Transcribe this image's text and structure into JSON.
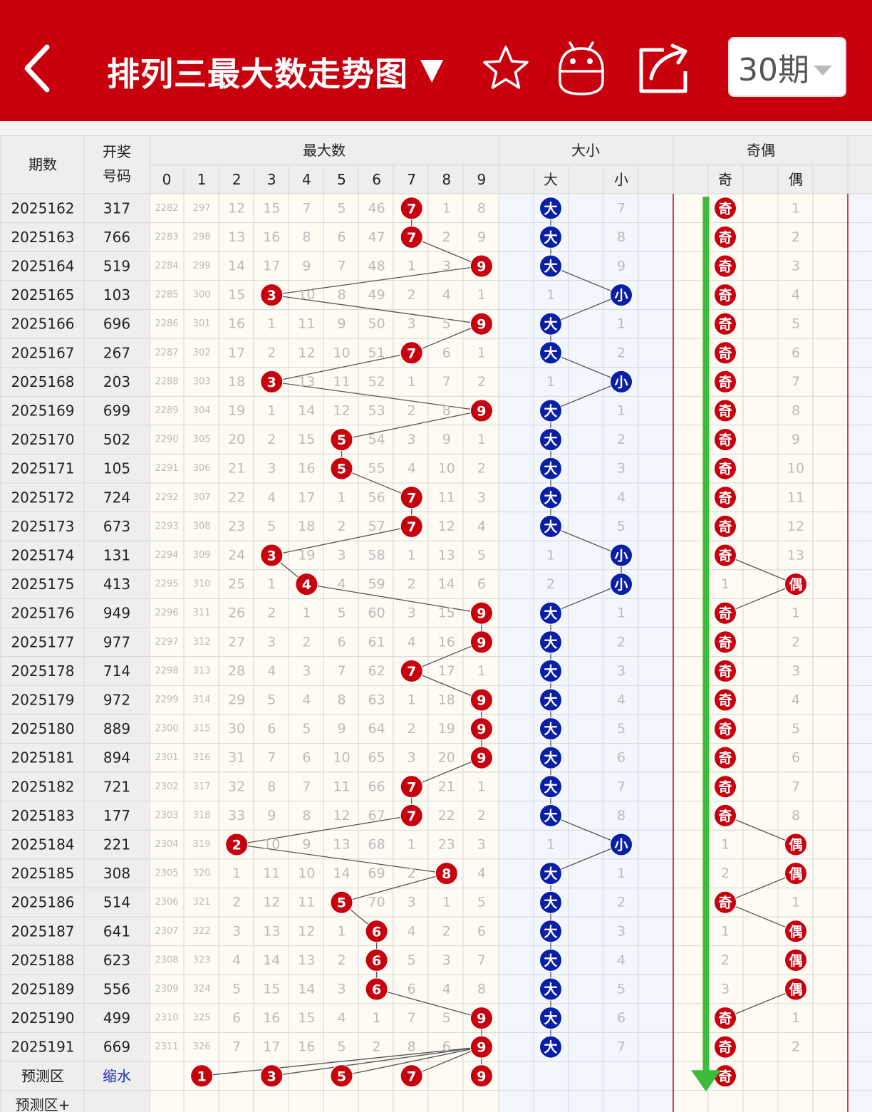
{
  "header": {
    "title": "排列三最大数走势图",
    "title_arrow": "▼",
    "period_select": "30期"
  },
  "table": {
    "col_period": "期数",
    "col_number_line1": "开奖",
    "col_number_line2": "号码",
    "group_max": "最大数",
    "max_digits": [
      "0",
      "1",
      "2",
      "3",
      "4",
      "5",
      "6",
      "7",
      "8",
      "9"
    ],
    "group_size": "大小",
    "size_big": "大",
    "size_small": "小",
    "group_parity": "奇偶",
    "parity_odd": "奇",
    "parity_even": "偶",
    "rows": [
      {
        "period": "2025162",
        "number": "317",
        "miss": [
          "2282",
          "297",
          "12",
          "15",
          "7",
          "5",
          "46",
          "7",
          "1",
          "8"
        ],
        "max": 7,
        "big": "大",
        "small": "7",
        "odd": "奇",
        "even": "1"
      },
      {
        "period": "2025163",
        "number": "766",
        "miss": [
          "2283",
          "298",
          "13",
          "16",
          "8",
          "6",
          "47",
          "7",
          "2",
          "9"
        ],
        "max": 7,
        "big": "大",
        "small": "8",
        "odd": "奇",
        "even": "2"
      },
      {
        "period": "2025164",
        "number": "519",
        "miss": [
          "2284",
          "299",
          "14",
          "17",
          "9",
          "7",
          "48",
          "1",
          "3",
          "9"
        ],
        "max": 9,
        "big": "大",
        "small": "9",
        "odd": "奇",
        "even": "3"
      },
      {
        "period": "2025165",
        "number": "103",
        "miss": [
          "2285",
          "300",
          "15",
          "3",
          "10",
          "8",
          "49",
          "2",
          "4",
          "1"
        ],
        "max": 3,
        "big": "1",
        "small": "小",
        "odd": "奇",
        "even": "4"
      },
      {
        "period": "2025166",
        "number": "696",
        "miss": [
          "2286",
          "301",
          "16",
          "1",
          "11",
          "9",
          "50",
          "3",
          "5",
          "9"
        ],
        "max": 9,
        "big": "大",
        "small": "1",
        "odd": "奇",
        "even": "5"
      },
      {
        "period": "2025167",
        "number": "267",
        "miss": [
          "2287",
          "302",
          "17",
          "2",
          "12",
          "10",
          "51",
          "7",
          "6",
          "1"
        ],
        "max": 7,
        "big": "大",
        "small": "2",
        "odd": "奇",
        "even": "6"
      },
      {
        "period": "2025168",
        "number": "203",
        "miss": [
          "2288",
          "303",
          "18",
          "3",
          "13",
          "11",
          "52",
          "1",
          "7",
          "2"
        ],
        "max": 3,
        "big": "1",
        "small": "小",
        "odd": "奇",
        "even": "7"
      },
      {
        "period": "2025169",
        "number": "699",
        "miss": [
          "2289",
          "304",
          "19",
          "1",
          "14",
          "12",
          "53",
          "2",
          "8",
          "9"
        ],
        "max": 9,
        "big": "大",
        "small": "1",
        "odd": "奇",
        "even": "8"
      },
      {
        "period": "2025170",
        "number": "502",
        "miss": [
          "2290",
          "305",
          "20",
          "2",
          "15",
          "5",
          "54",
          "3",
          "9",
          "1"
        ],
        "max": 5,
        "big": "大",
        "small": "2",
        "odd": "奇",
        "even": "9"
      },
      {
        "period": "2025171",
        "number": "105",
        "miss": [
          "2291",
          "306",
          "21",
          "3",
          "16",
          "5",
          "55",
          "4",
          "10",
          "2"
        ],
        "max": 5,
        "big": "大",
        "small": "3",
        "odd": "奇",
        "even": "10"
      },
      {
        "period": "2025172",
        "number": "724",
        "miss": [
          "2292",
          "307",
          "22",
          "4",
          "17",
          "1",
          "56",
          "7",
          "11",
          "3"
        ],
        "max": 7,
        "big": "大",
        "small": "4",
        "odd": "奇",
        "even": "11"
      },
      {
        "period": "2025173",
        "number": "673",
        "miss": [
          "2293",
          "308",
          "23",
          "5",
          "18",
          "2",
          "57",
          "7",
          "12",
          "4"
        ],
        "max": 7,
        "big": "大",
        "small": "5",
        "odd": "奇",
        "even": "12"
      },
      {
        "period": "2025174",
        "number": "131",
        "miss": [
          "2294",
          "309",
          "24",
          "3",
          "19",
          "3",
          "58",
          "1",
          "13",
          "5"
        ],
        "max": 3,
        "big": "1",
        "small": "小",
        "odd": "奇",
        "even": "13"
      },
      {
        "period": "2025175",
        "number": "413",
        "miss": [
          "2295",
          "310",
          "25",
          "1",
          "4",
          "4",
          "59",
          "2",
          "14",
          "6"
        ],
        "max": 4,
        "big": "2",
        "small": "小",
        "odd": "1",
        "even": "偶"
      },
      {
        "period": "2025176",
        "number": "949",
        "miss": [
          "2296",
          "311",
          "26",
          "2",
          "1",
          "5",
          "60",
          "3",
          "15",
          "9"
        ],
        "max": 9,
        "big": "大",
        "small": "1",
        "odd": "奇",
        "even": "1"
      },
      {
        "period": "2025177",
        "number": "977",
        "miss": [
          "2297",
          "312",
          "27",
          "3",
          "2",
          "6",
          "61",
          "4",
          "16",
          "9"
        ],
        "max": 9,
        "big": "大",
        "small": "2",
        "odd": "奇",
        "even": "2"
      },
      {
        "period": "2025178",
        "number": "714",
        "miss": [
          "2298",
          "313",
          "28",
          "4",
          "3",
          "7",
          "62",
          "7",
          "17",
          "1"
        ],
        "max": 7,
        "big": "大",
        "small": "3",
        "odd": "奇",
        "even": "3"
      },
      {
        "period": "2025179",
        "number": "972",
        "miss": [
          "2299",
          "314",
          "29",
          "5",
          "4",
          "8",
          "63",
          "1",
          "18",
          "9"
        ],
        "max": 9,
        "big": "大",
        "small": "4",
        "odd": "奇",
        "even": "4"
      },
      {
        "period": "2025180",
        "number": "889",
        "miss": [
          "2300",
          "315",
          "30",
          "6",
          "5",
          "9",
          "64",
          "2",
          "19",
          "9"
        ],
        "max": 9,
        "big": "大",
        "small": "5",
        "odd": "奇",
        "even": "5"
      },
      {
        "period": "2025181",
        "number": "894",
        "miss": [
          "2301",
          "316",
          "31",
          "7",
          "6",
          "10",
          "65",
          "3",
          "20",
          "9"
        ],
        "max": 9,
        "big": "大",
        "small": "6",
        "odd": "奇",
        "even": "6"
      },
      {
        "period": "2025182",
        "number": "721",
        "miss": [
          "2302",
          "317",
          "32",
          "8",
          "7",
          "11",
          "66",
          "7",
          "21",
          "1"
        ],
        "max": 7,
        "big": "大",
        "small": "7",
        "odd": "奇",
        "even": "7"
      },
      {
        "period": "2025183",
        "number": "177",
        "miss": [
          "2303",
          "318",
          "33",
          "9",
          "8",
          "12",
          "67",
          "7",
          "22",
          "2"
        ],
        "max": 7,
        "big": "大",
        "small": "8",
        "odd": "奇",
        "even": "8"
      },
      {
        "period": "2025184",
        "number": "221",
        "miss": [
          "2304",
          "319",
          "2",
          "10",
          "9",
          "13",
          "68",
          "1",
          "23",
          "3"
        ],
        "max": 2,
        "big": "1",
        "small": "小",
        "odd": "1",
        "even": "偶"
      },
      {
        "period": "2025185",
        "number": "308",
        "miss": [
          "2305",
          "320",
          "1",
          "11",
          "10",
          "14",
          "69",
          "2",
          "8",
          "4"
        ],
        "max": 8,
        "big": "大",
        "small": "1",
        "odd": "2",
        "even": "偶"
      },
      {
        "period": "2025186",
        "number": "514",
        "miss": [
          "2306",
          "321",
          "2",
          "12",
          "11",
          "5",
          "70",
          "3",
          "1",
          "5"
        ],
        "max": 5,
        "big": "大",
        "small": "2",
        "odd": "奇",
        "even": "1"
      },
      {
        "period": "2025187",
        "number": "641",
        "miss": [
          "2307",
          "322",
          "3",
          "13",
          "12",
          "1",
          "6",
          "4",
          "2",
          "6"
        ],
        "max": 6,
        "big": "大",
        "small": "3",
        "odd": "1",
        "even": "偶"
      },
      {
        "period": "2025188",
        "number": "623",
        "miss": [
          "2308",
          "323",
          "4",
          "14",
          "13",
          "2",
          "6",
          "5",
          "3",
          "7"
        ],
        "max": 6,
        "big": "大",
        "small": "4",
        "odd": "2",
        "even": "偶"
      },
      {
        "period": "2025189",
        "number": "556",
        "miss": [
          "2309",
          "324",
          "5",
          "15",
          "14",
          "3",
          "6",
          "6",
          "4",
          "8"
        ],
        "max": 6,
        "big": "大",
        "small": "5",
        "odd": "3",
        "even": "偶"
      },
      {
        "period": "2025190",
        "number": "499",
        "miss": [
          "2310",
          "325",
          "6",
          "16",
          "15",
          "4",
          "1",
          "7",
          "5",
          "9"
        ],
        "max": 9,
        "big": "大",
        "small": "6",
        "odd": "奇",
        "even": "1"
      },
      {
        "period": "2025191",
        "number": "669",
        "miss": [
          "2311",
          "326",
          "7",
          "17",
          "16",
          "5",
          "2",
          "8",
          "6",
          "9"
        ],
        "max": 9,
        "big": "大",
        "small": "7",
        "odd": "奇",
        "even": "2"
      }
    ],
    "predict_label": "预测区",
    "predict_link": "缩水",
    "predict_balls": [
      1,
      3,
      5,
      7,
      9
    ],
    "predict_odd": "奇",
    "predict_plus_label": "预测区+"
  },
  "colors": {
    "header_bg": "#c8000e",
    "ball_red": "#c8000e",
    "ball_blue": "#0a1fa8",
    "arrow_green": "#3cbb3c",
    "miss_text": "#bbbbbb"
  }
}
